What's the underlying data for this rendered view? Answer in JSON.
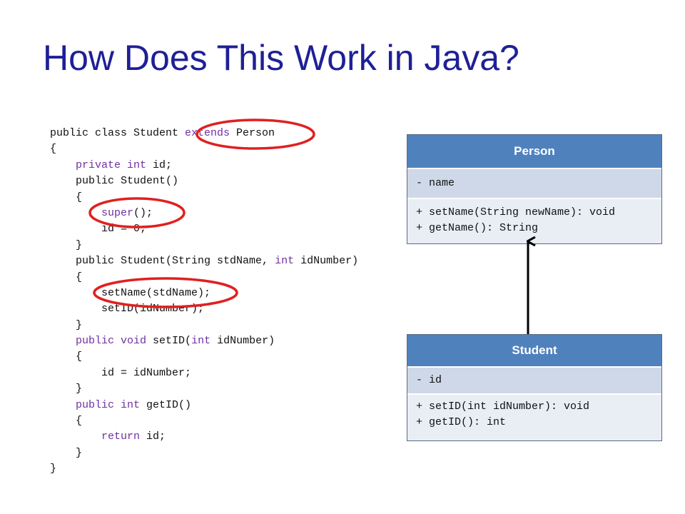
{
  "title": "How Does This Work in Java?",
  "code": {
    "lines": [
      [
        {
          "t": "public class Student ",
          "k": false
        },
        {
          "t": "extends",
          "k": true
        },
        {
          "t": " Person",
          "k": false
        }
      ],
      [
        {
          "t": "{",
          "k": false
        }
      ],
      [
        {
          "t": "    ",
          "k": false
        },
        {
          "t": "private int",
          "k": true
        },
        {
          "t": " id;",
          "k": false
        }
      ],
      [
        {
          "t": "    public Student()",
          "k": false
        }
      ],
      [
        {
          "t": "    {",
          "k": false
        }
      ],
      [
        {
          "t": "        ",
          "k": false
        },
        {
          "t": "super",
          "k": true
        },
        {
          "t": "();",
          "k": false
        }
      ],
      [
        {
          "t": "        id = 0;",
          "k": false
        }
      ],
      [
        {
          "t": "    }",
          "k": false
        }
      ],
      [
        {
          "t": "    public Student(String stdName, ",
          "k": false
        },
        {
          "t": "int",
          "k": true
        },
        {
          "t": " idNumber)",
          "k": false
        }
      ],
      [
        {
          "t": "    {",
          "k": false
        }
      ],
      [
        {
          "t": "        setName(stdName);",
          "k": false
        }
      ],
      [
        {
          "t": "        setID(idNumber);",
          "k": false
        }
      ],
      [
        {
          "t": "    }",
          "k": false
        }
      ],
      [
        {
          "t": "    ",
          "k": false
        },
        {
          "t": "public void",
          "k": true
        },
        {
          "t": " setID(",
          "k": false
        },
        {
          "t": "int",
          "k": true
        },
        {
          "t": " idNumber)",
          "k": false
        }
      ],
      [
        {
          "t": "    {",
          "k": false
        }
      ],
      [
        {
          "t": "        id = idNumber;",
          "k": false
        }
      ],
      [
        {
          "t": "    }",
          "k": false
        }
      ],
      [
        {
          "t": "    ",
          "k": false
        },
        {
          "t": "public int",
          "k": true
        },
        {
          "t": " getID()",
          "k": false
        }
      ],
      [
        {
          "t": "    {",
          "k": false
        }
      ],
      [
        {
          "t": "        ",
          "k": false
        },
        {
          "t": "return",
          "k": true
        },
        {
          "t": " id;",
          "k": false
        }
      ],
      [
        {
          "t": "    }",
          "k": false
        }
      ],
      [
        {
          "t": "}",
          "k": false
        }
      ]
    ]
  },
  "person_box": {
    "name": "Person",
    "attribute": "- name",
    "operations": [
      "+ setName(String newName): void",
      "+ getName(): String"
    ]
  },
  "student_box": {
    "name": "Student",
    "attribute": "- id",
    "operations": [
      "+ setID(int idNumber): void",
      "+ getID(): int"
    ]
  },
  "colors": {
    "title": "#1f1f96",
    "keyword": "#7030a0",
    "uml_header": "#4f81bd",
    "highlight_circle": "#e02020"
  }
}
